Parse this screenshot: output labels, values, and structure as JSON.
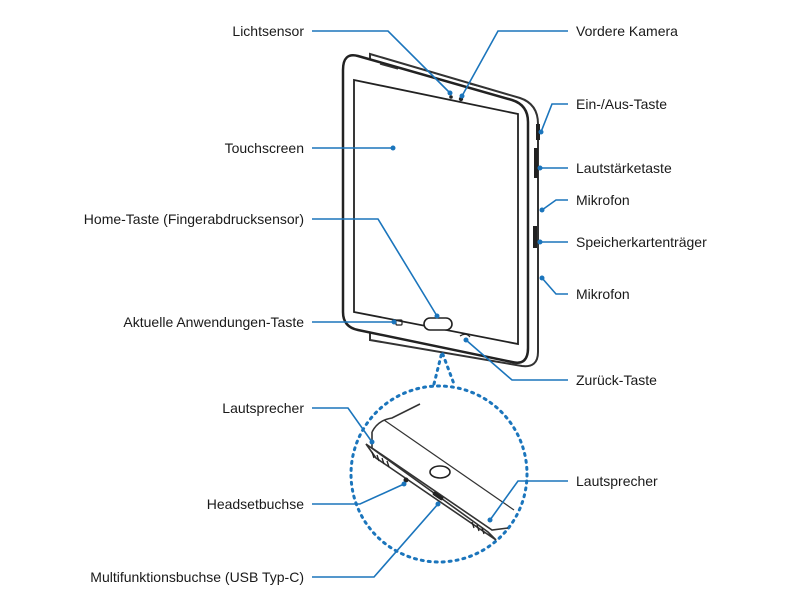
{
  "labels": {
    "light_sensor": "Lichtsensor",
    "front_camera": "Vordere Kamera",
    "power_key": "Ein-/Aus-Taste",
    "touchscreen": "Touchscreen",
    "volume_key": "Lautstärketaste",
    "microphone_top": "Mikrofon",
    "home_key": "Home-Taste (Fingerabdrucksensor)",
    "memory_card_tray": "Speicherkartenträger",
    "microphone_bottom": "Mikrofon",
    "recent_apps_key": "Aktuelle Anwendungen-Taste",
    "back_key": "Zurück-Taste",
    "speaker_left": "Lautsprecher",
    "speaker_right": "Lautsprecher",
    "headset_jack": "Headsetbuchse",
    "multipurpose_jack": "Multifunktionsbuchse (USB Typ-C)"
  },
  "colors": {
    "leader": "#1b75bc",
    "device_outline": "#333333"
  }
}
